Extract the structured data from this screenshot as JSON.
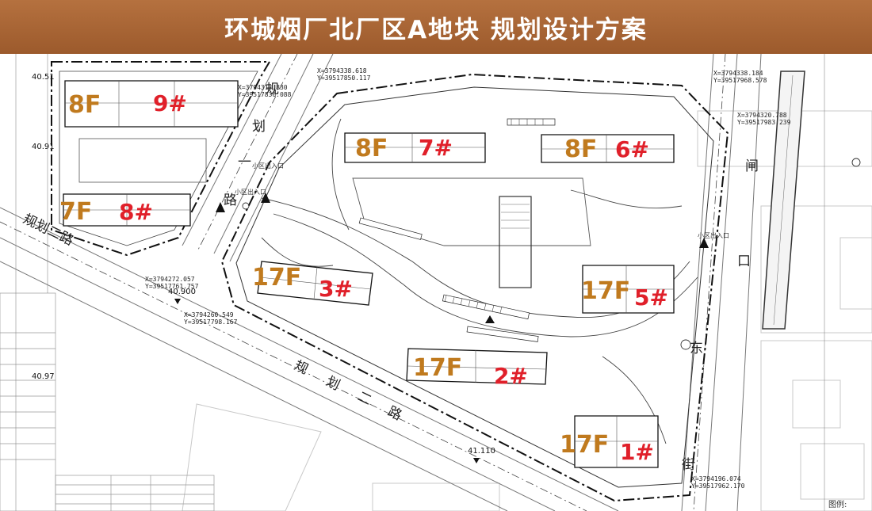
{
  "title": "环城烟厂北厂区A地块 规划设计方案",
  "buildings": [
    {
      "id": "9",
      "floors": "8F",
      "label": "9#"
    },
    {
      "id": "8",
      "floors": "7F",
      "label": "8#"
    },
    {
      "id": "7",
      "floors": "8F",
      "label": "7#"
    },
    {
      "id": "6",
      "floors": "8F",
      "label": "6#"
    },
    {
      "id": "3",
      "floors": "17F",
      "label": "3#"
    },
    {
      "id": "5",
      "floors": "17F",
      "label": "5#"
    },
    {
      "id": "2",
      "floors": "17F",
      "label": "2#"
    },
    {
      "id": "1",
      "floors": "17F",
      "label": "1#"
    }
  ],
  "roads": {
    "plan_road_2_left": "规划二路",
    "plan_road_2_bottom": [
      "规",
      "划",
      "二",
      "路"
    ],
    "plan_road_1": [
      "规",
      "划",
      "一",
      "路"
    ],
    "east_street": [
      "东",
      "街"
    ],
    "alley": [
      "闸",
      "口"
    ]
  },
  "coordinates": [
    "X=3794338.618",
    "Y=39517850.117",
    "X=3794313.830",
    "Y=39517836.088",
    "X=3794338.184",
    "Y=39517968.578",
    "X=3794320.788",
    "Y=39517983.239",
    "X=3794272.057",
    "Y=39517761.757",
    "X=3794260.549",
    "Y=39517798.167",
    "X=3794196.074",
    "Y=39517962.170"
  ],
  "elevations": [
    "40.900",
    "41.110",
    "40.51",
    "40.91",
    "40.97"
  ],
  "notes": {
    "entrance_1": "小区出入口",
    "entrance_2": "小区出入口",
    "entrance_3": "小区出入口",
    "legend": "图例:"
  }
}
